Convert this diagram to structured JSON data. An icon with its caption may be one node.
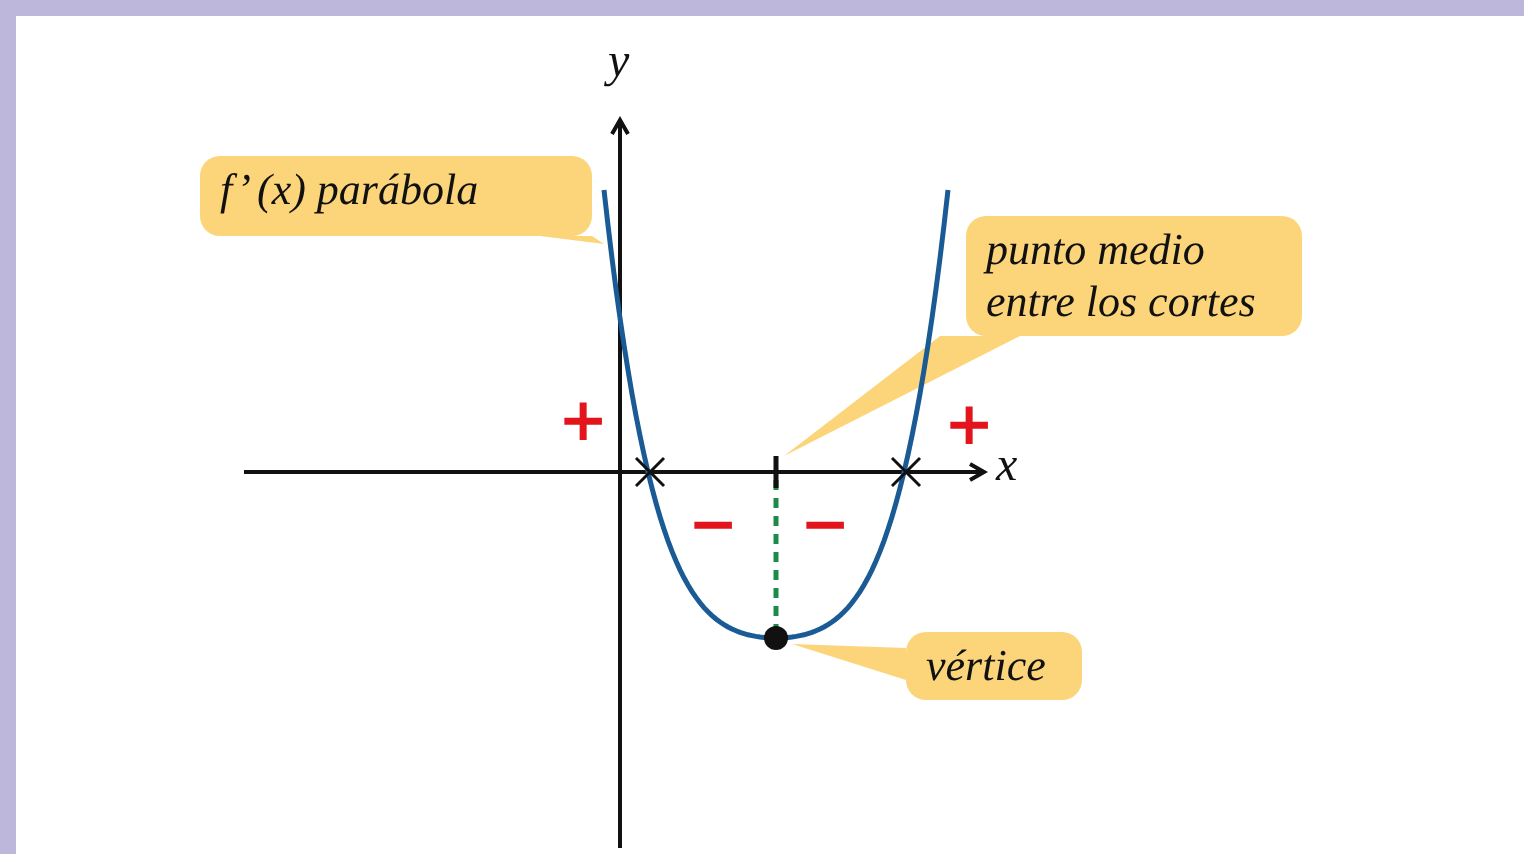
{
  "diagram": {
    "nodes": [
      {
        "text": [
          "f’ (x) parábola"
        ]
      },
      {
        "text": [
          "punto medio entre los cortes"
        ]
      },
      {
        "text": [
          "vértice"
        ]
      }
    ],
    "labels": [
      "y",
      "+",
      "+",
      "x",
      "−",
      "−"
    ]
  }
}
